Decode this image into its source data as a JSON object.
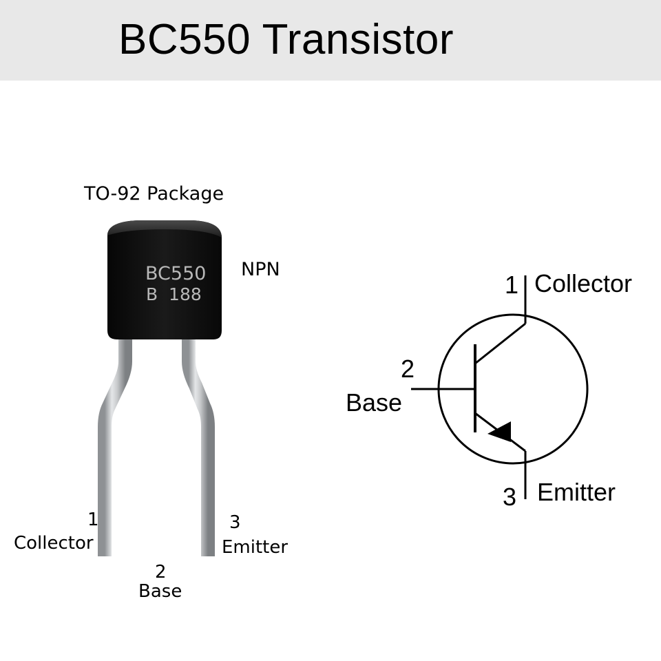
{
  "title": "BC550 Transistor",
  "package_label": "TO-92 Package",
  "type_label": "NPN",
  "chip_marking": {
    "line1": "BC550",
    "line2": "B  188"
  },
  "photo_pins": [
    {
      "number": "1",
      "name": "Collector"
    },
    {
      "number": "2",
      "name": "Base"
    },
    {
      "number": "3",
      "name": "Emitter"
    }
  ],
  "symbol_pins": [
    {
      "number": "1",
      "name": "Collector"
    },
    {
      "number": "2",
      "name": "Base"
    },
    {
      "number": "3",
      "name": "Emitter"
    }
  ],
  "colors": {
    "title_bar": "#e8e8e8",
    "body": "#111111",
    "lead": "#c4c6c8",
    "line": "#000000"
  }
}
